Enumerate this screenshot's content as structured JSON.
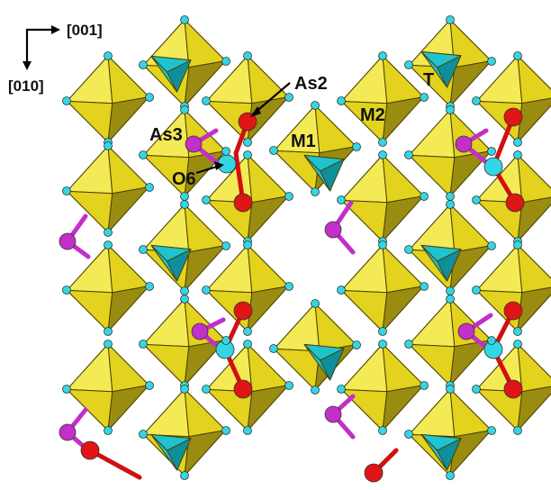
{
  "labels": {
    "axis_horizontal": "[001]",
    "axis_vertical": "[010]",
    "as2": "As2",
    "as3": "As3",
    "o6": "O6",
    "m1": "M1",
    "m2": "M2",
    "t": "T"
  },
  "colors": {
    "octahedron_yellow": "#e3d21e",
    "octahedron_dark": "#9a8c10",
    "octahedron_light": "#f4ea55",
    "tetrahedron_cyan": "#1fc3d0",
    "tetrahedron_dark": "#0f8f9c",
    "oxygen_cyan": "#33d6e3",
    "arsenic_magenta": "#c22fc9",
    "oxygen_red": "#e01515",
    "bond_magenta": "#c22fc9",
    "bond_red": "#d01010",
    "edge": "#4a4300"
  }
}
